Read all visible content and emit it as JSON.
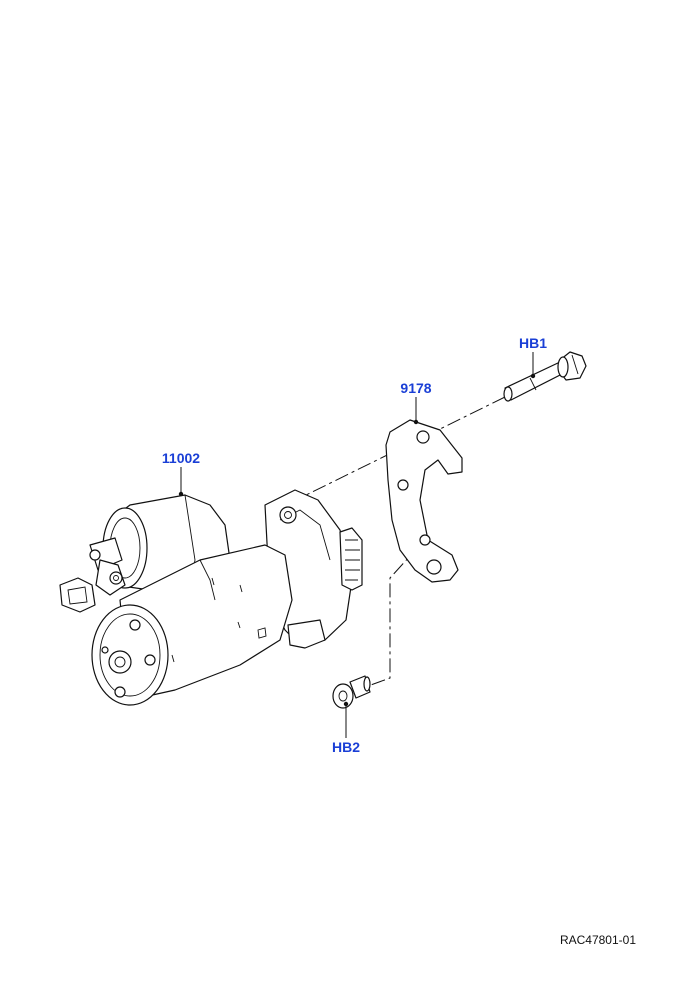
{
  "callouts": {
    "starter": "11002",
    "bracket": "9178",
    "bolt_long": "HB1",
    "bolt_short": "HB2"
  },
  "reference": "RAC47801-01",
  "colors": {
    "callout": "#1a3fd6",
    "line": "#111111",
    "background": "#ffffff"
  }
}
